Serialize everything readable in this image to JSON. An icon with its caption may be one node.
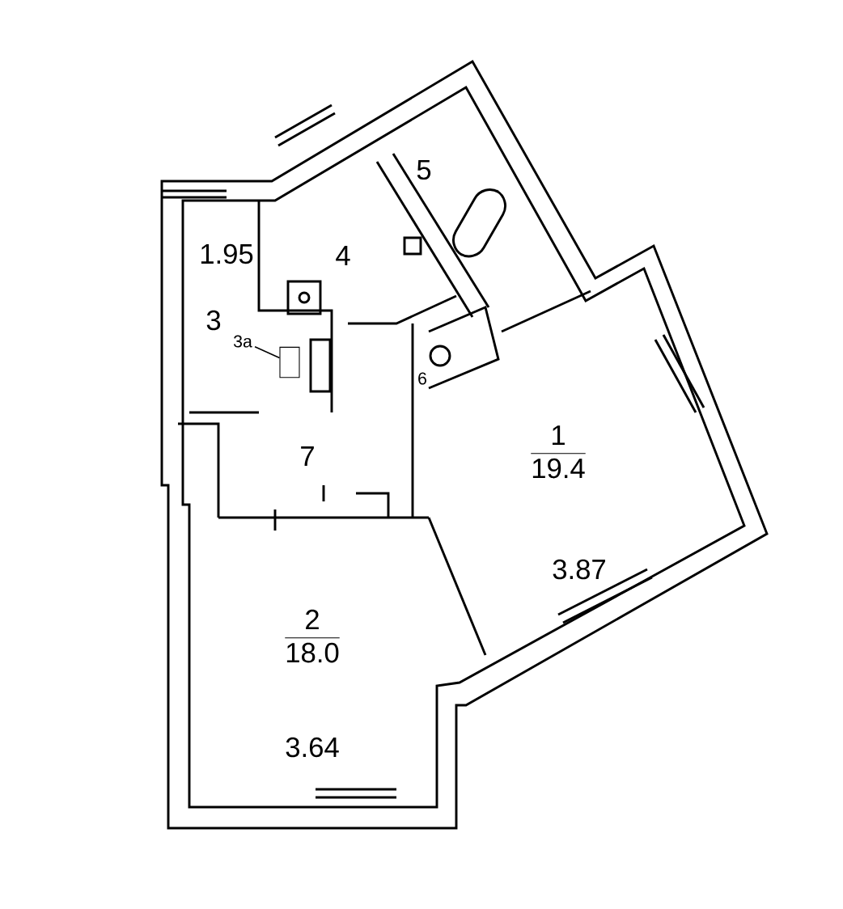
{
  "diagram": {
    "nodes": [
      {
        "text": [
          "3"
        ],
        "beside": [
          "1.95"
        ]
      },
      {
        "text": [
          "3а"
        ]
      },
      {
        "text": [],
        "shape": "box"
      },
      {
        "text": [
          "4"
        ]
      },
      {
        "text": [
          "5"
        ]
      },
      {
        "text": [
          "6"
        ]
      },
      {
        "text": [
          "7"
        ]
      },
      {
        "text": [
          "1",
          "19.4"
        ],
        "beside": [
          "3.87"
        ]
      },
      {
        "text": [
          "2",
          "18.0"
        ],
        "beside": [
          "3.64"
        ]
      }
    ],
    "edges": [
      {
        "from": 1,
        "to": 2,
        "arrow": "none"
      }
    ]
  }
}
